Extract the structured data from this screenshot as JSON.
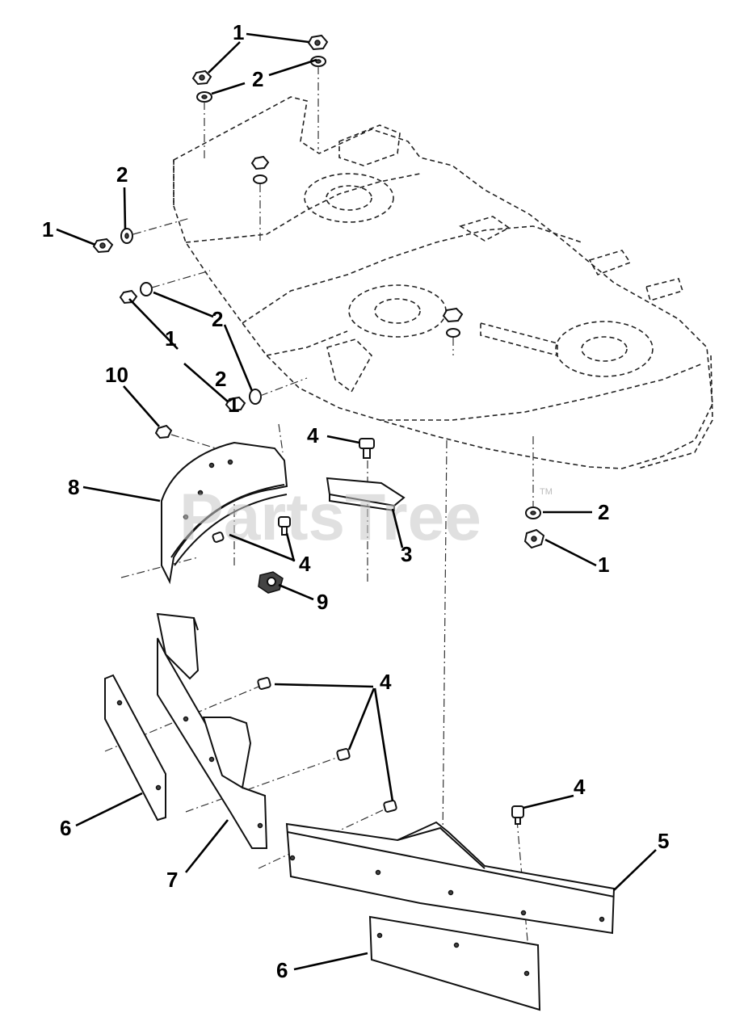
{
  "watermark": {
    "text": "PartsTree",
    "trademark": "TM"
  },
  "callouts": [
    "1",
    "2",
    "1",
    "2",
    "2",
    "1",
    "1",
    "2",
    "10",
    "4",
    "2",
    "1",
    "8",
    "4",
    "3",
    "9",
    "4",
    "6",
    "7",
    "4",
    "5",
    "6"
  ]
}
